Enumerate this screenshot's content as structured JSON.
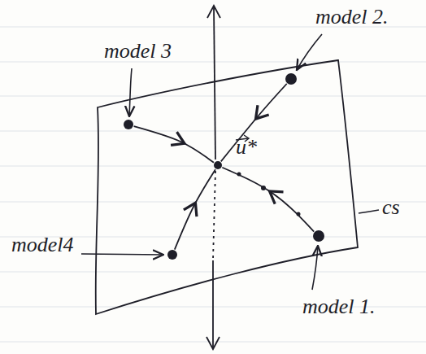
{
  "diagram": {
    "nodes": [
      {
        "text": [
          "model 3"
        ]
      },
      {
        "text": [
          "model 2."
        ]
      },
      {
        "text": [
          "model4"
        ]
      },
      {
        "text": [
          "model 1."
        ]
      },
      {
        "text": [
          "u*"
        ]
      }
    ],
    "edges": [
      {
        "from": 0,
        "to": 4,
        "arrow": "to"
      },
      {
        "from": 1,
        "to": 4,
        "arrow": "to"
      },
      {
        "from": 2,
        "to": 4,
        "arrow": "to"
      },
      {
        "from": 3,
        "to": 4,
        "arrow": "to"
      }
    ],
    "labels": [
      "cs"
    ]
  }
}
